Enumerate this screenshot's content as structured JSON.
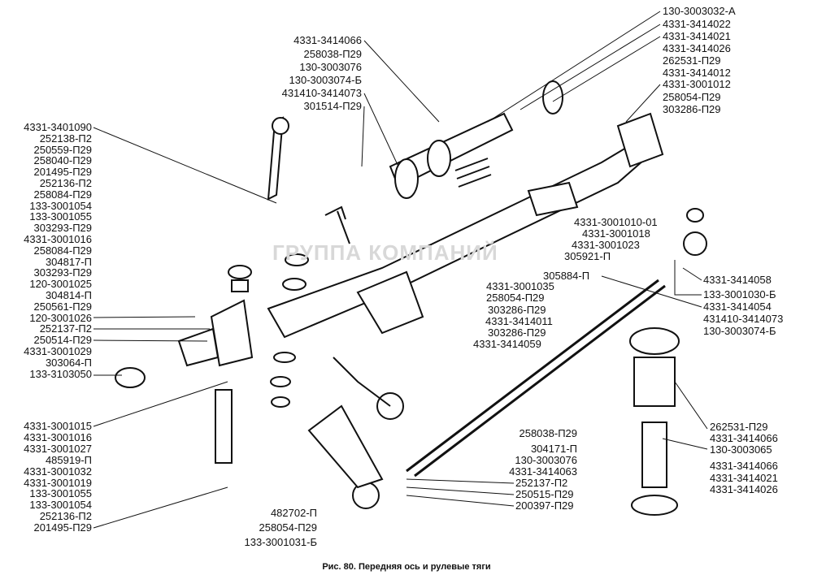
{
  "caption": "Рис. 80. Передняя ось и рулевые тяги",
  "watermark": "ГРУППА КОМПАНИЙ",
  "labels": {
    "top_center": [
      "4331-3414066",
      "258038-П29",
      "130-3003076",
      "130-3003074-Б",
      "431410-3414073",
      "301514-П29"
    ],
    "top_right": [
      "130-3003032-А",
      "4331-3414022",
      "4331-3414021",
      "4331-3414026",
      "262531-П29",
      "4331-3414012",
      "4331-3001012",
      "258054-П29",
      "303286-П29"
    ],
    "left_column": [
      "4331-3401090",
      "252138-П2",
      "250559-П29",
      "258040-П29",
      "201495-П29",
      "252136-П2",
      "258084-П29",
      "133-3001054",
      "133-3001055",
      "303293-П29",
      "4331-3001016",
      "258084-П29",
      "304817-П",
      "303293-П29",
      "120-3001025",
      "304814-П",
      "250561-П29",
      "120-3001026",
      "252137-П2",
      "250514-П29",
      "4331-3001029",
      "303064-П",
      "133-3103050"
    ],
    "middle_right": [
      "4331-3001010-01",
      "4331-3001018",
      "4331-3001023",
      "305921-П",
      "305884-П",
      "4331-3001035",
      "258054-П29",
      "303286-П29",
      "4331-3414011",
      "303286-П29",
      "4331-3414059"
    ],
    "right": [
      "4331-3414058",
      "133-3001030-Б",
      "4331-3414054",
      "431410-3414073",
      "130-3003074-Б"
    ],
    "bottom_left": [
      "4331-3001015",
      "4331-3001016",
      "4331-3001027",
      "485919-П",
      "4331-3001032",
      "4331-3001019",
      "133-3001055",
      "133-3001054",
      "252136-П2",
      "201495-П29"
    ],
    "bottom_center": [
      "482702-П",
      "258054-П29",
      "133-3001031-Б"
    ],
    "bottom_mid_right_a": [
      "258038-П29",
      "304171-П",
      "130-3003076",
      "4331-3414063"
    ],
    "bottom_mid_right_b": [
      "252137-П2",
      "250515-П29",
      "200397-П29"
    ],
    "bottom_right": [
      "262531-П29",
      "4331-3414066",
      "130-3003065",
      "4331-3414066",
      "4331-3414021",
      "4331-3414026"
    ]
  }
}
